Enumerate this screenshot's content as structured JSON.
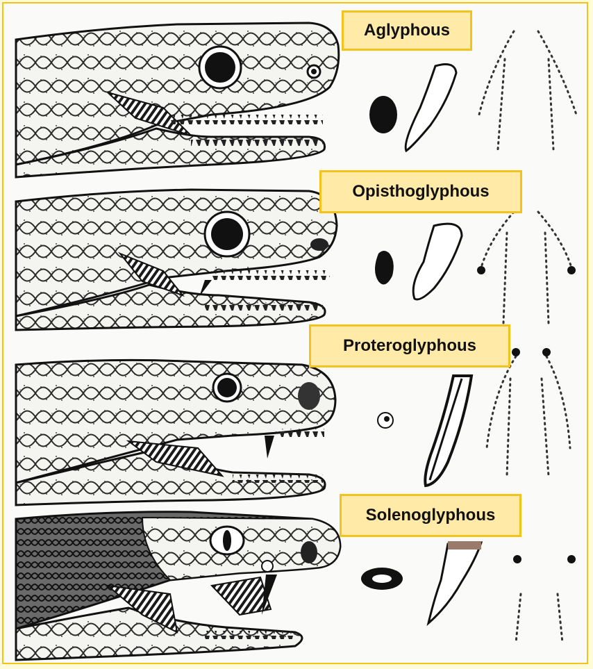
{
  "labels": {
    "aglyphous": "Aglyphous",
    "opisthoglyphous": "Opisthoglyphous",
    "proteroglyphous": "Proteroglyphous",
    "solenoglyphous": "Solenoglyphous"
  },
  "colors": {
    "label_fill": "#ffeaa7",
    "label_border": "#f5c21a",
    "background": "#fdfbd8"
  }
}
